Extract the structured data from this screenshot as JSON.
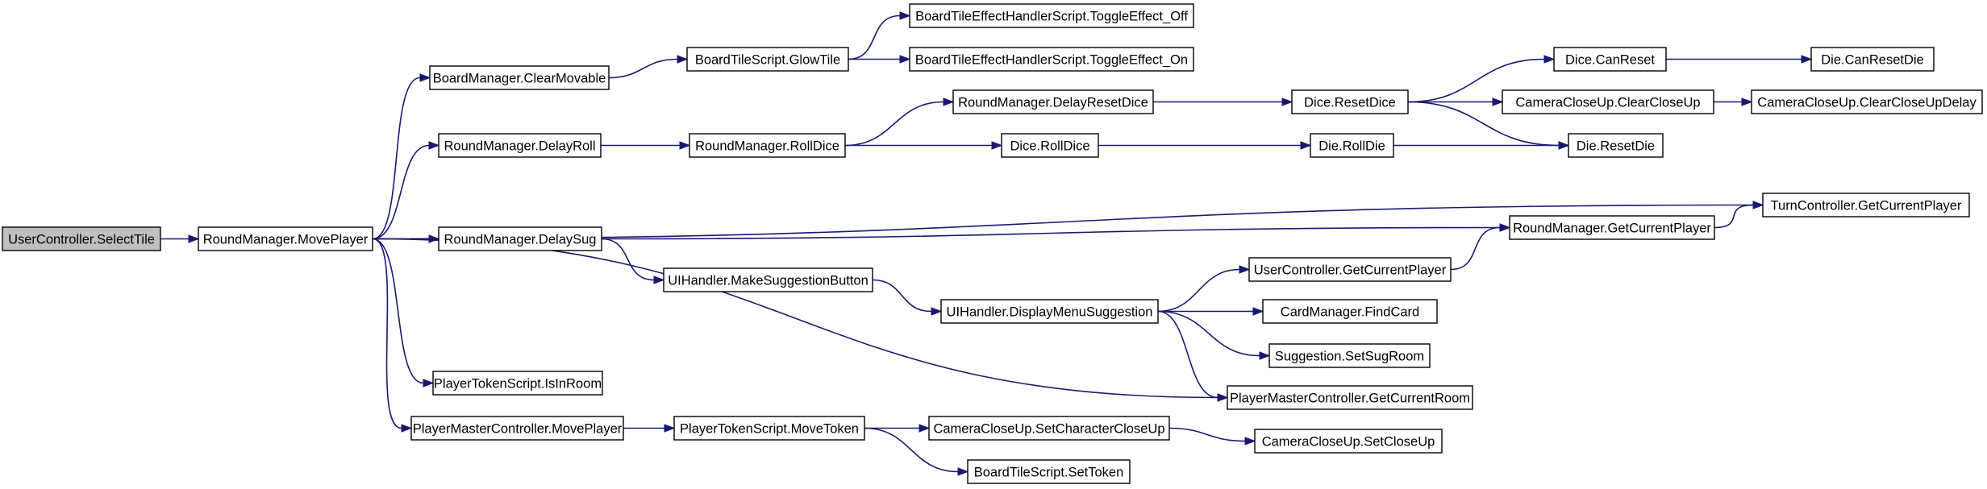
{
  "colors": {
    "edge": "#191970",
    "node_border": "#000000",
    "node_fill": "#ffffff",
    "root_fill": "#bfbfbf",
    "background": "#ffffff"
  },
  "graph": {
    "root": "selectTile",
    "nodes": [
      {
        "id": "selectTile",
        "label": "UserController.SelectTile"
      },
      {
        "id": "movePlayerRM",
        "label": "RoundManager.MovePlayer"
      },
      {
        "id": "clearMovable",
        "label": "BoardManager.ClearMovable"
      },
      {
        "id": "glowTile",
        "label": "BoardTileScript.GlowTile"
      },
      {
        "id": "toggleOff",
        "label": "BoardTileEffectHandlerScript.ToggleEffect_Off"
      },
      {
        "id": "toggleOn",
        "label": "BoardTileEffectHandlerScript.ToggleEffect_On"
      },
      {
        "id": "delayRoll",
        "label": "RoundManager.DelayRoll"
      },
      {
        "id": "rmRollDice",
        "label": "RoundManager.RollDice"
      },
      {
        "id": "delayResetDice",
        "label": "RoundManager.DelayResetDice"
      },
      {
        "id": "diceResetDice",
        "label": "Dice.ResetDice"
      },
      {
        "id": "diceCanReset",
        "label": "Dice.CanReset"
      },
      {
        "id": "dieCanResetDie",
        "label": "Die.CanResetDie"
      },
      {
        "id": "clearCloseUp",
        "label": "CameraCloseUp.ClearCloseUp"
      },
      {
        "id": "clearCloseUpDelay",
        "label": "CameraCloseUp.ClearCloseUpDelay"
      },
      {
        "id": "dieResetDie",
        "label": "Die.ResetDie"
      },
      {
        "id": "diceRollDice",
        "label": "Dice.RollDice"
      },
      {
        "id": "dieRollDie",
        "label": "Die.RollDie"
      },
      {
        "id": "tcGetCurrentPlayer",
        "label": "TurnController.GetCurrentPlayer"
      },
      {
        "id": "delaySug",
        "label": "RoundManager.DelaySug"
      },
      {
        "id": "rmGetCurrentPlayer",
        "label": "RoundManager.GetCurrentPlayer"
      },
      {
        "id": "makeSuggestionButton",
        "label": "UIHandler.MakeSuggestionButton"
      },
      {
        "id": "displayMenuSuggestion",
        "label": "UIHandler.DisplayMenuSuggestion"
      },
      {
        "id": "ucGetCurrentPlayer",
        "label": "UserController.GetCurrentPlayer"
      },
      {
        "id": "findCard",
        "label": "CardManager.FindCard"
      },
      {
        "id": "setSugRoom",
        "label": "Suggestion.SetSugRoom"
      },
      {
        "id": "getCurrentRoom",
        "label": "PlayerMasterController.GetCurrentRoom"
      },
      {
        "id": "isInRoom",
        "label": "PlayerTokenScript.IsInRoom"
      },
      {
        "id": "pmcMovePlayer",
        "label": "PlayerMasterController.MovePlayer"
      },
      {
        "id": "moveToken",
        "label": "PlayerTokenScript.MoveToken"
      },
      {
        "id": "setCharacterCloseUp",
        "label": "CameraCloseUp.SetCharacterCloseUp"
      },
      {
        "id": "setCloseUp",
        "label": "CameraCloseUp.SetCloseUp"
      },
      {
        "id": "setToken",
        "label": "BoardTileScript.SetToken"
      }
    ],
    "edges": [
      {
        "from": "selectTile",
        "to": "movePlayerRM"
      },
      {
        "from": "movePlayerRM",
        "to": "clearMovable"
      },
      {
        "from": "clearMovable",
        "to": "glowTile"
      },
      {
        "from": "glowTile",
        "to": "toggleOff"
      },
      {
        "from": "glowTile",
        "to": "toggleOn"
      },
      {
        "from": "movePlayerRM",
        "to": "delayRoll"
      },
      {
        "from": "delayRoll",
        "to": "rmRollDice"
      },
      {
        "from": "rmRollDice",
        "to": "delayResetDice"
      },
      {
        "from": "delayResetDice",
        "to": "diceResetDice"
      },
      {
        "from": "diceResetDice",
        "to": "diceCanReset"
      },
      {
        "from": "diceCanReset",
        "to": "dieCanResetDie"
      },
      {
        "from": "diceResetDice",
        "to": "clearCloseUp"
      },
      {
        "from": "clearCloseUp",
        "to": "clearCloseUpDelay"
      },
      {
        "from": "diceResetDice",
        "to": "dieResetDie"
      },
      {
        "from": "rmRollDice",
        "to": "diceRollDice"
      },
      {
        "from": "diceRollDice",
        "to": "dieRollDie"
      },
      {
        "from": "dieRollDie",
        "to": "dieResetDie"
      },
      {
        "from": "movePlayerRM",
        "to": "tcGetCurrentPlayer"
      },
      {
        "from": "movePlayerRM",
        "to": "delaySug"
      },
      {
        "from": "delaySug",
        "to": "rmGetCurrentPlayer"
      },
      {
        "from": "rmGetCurrentPlayer",
        "to": "tcGetCurrentPlayer"
      },
      {
        "from": "delaySug",
        "to": "makeSuggestionButton"
      },
      {
        "from": "makeSuggestionButton",
        "to": "displayMenuSuggestion"
      },
      {
        "from": "displayMenuSuggestion",
        "to": "ucGetCurrentPlayer"
      },
      {
        "from": "ucGetCurrentPlayer",
        "to": "rmGetCurrentPlayer"
      },
      {
        "from": "displayMenuSuggestion",
        "to": "findCard"
      },
      {
        "from": "displayMenuSuggestion",
        "to": "setSugRoom"
      },
      {
        "from": "displayMenuSuggestion",
        "to": "getCurrentRoom"
      },
      {
        "from": "movePlayerRM",
        "to": "getCurrentRoom"
      },
      {
        "from": "movePlayerRM",
        "to": "isInRoom"
      },
      {
        "from": "movePlayerRM",
        "to": "pmcMovePlayer"
      },
      {
        "from": "pmcMovePlayer",
        "to": "moveToken"
      },
      {
        "from": "moveToken",
        "to": "setCharacterCloseUp"
      },
      {
        "from": "setCharacterCloseUp",
        "to": "setCloseUp"
      },
      {
        "from": "moveToken",
        "to": "setToken"
      }
    ]
  }
}
